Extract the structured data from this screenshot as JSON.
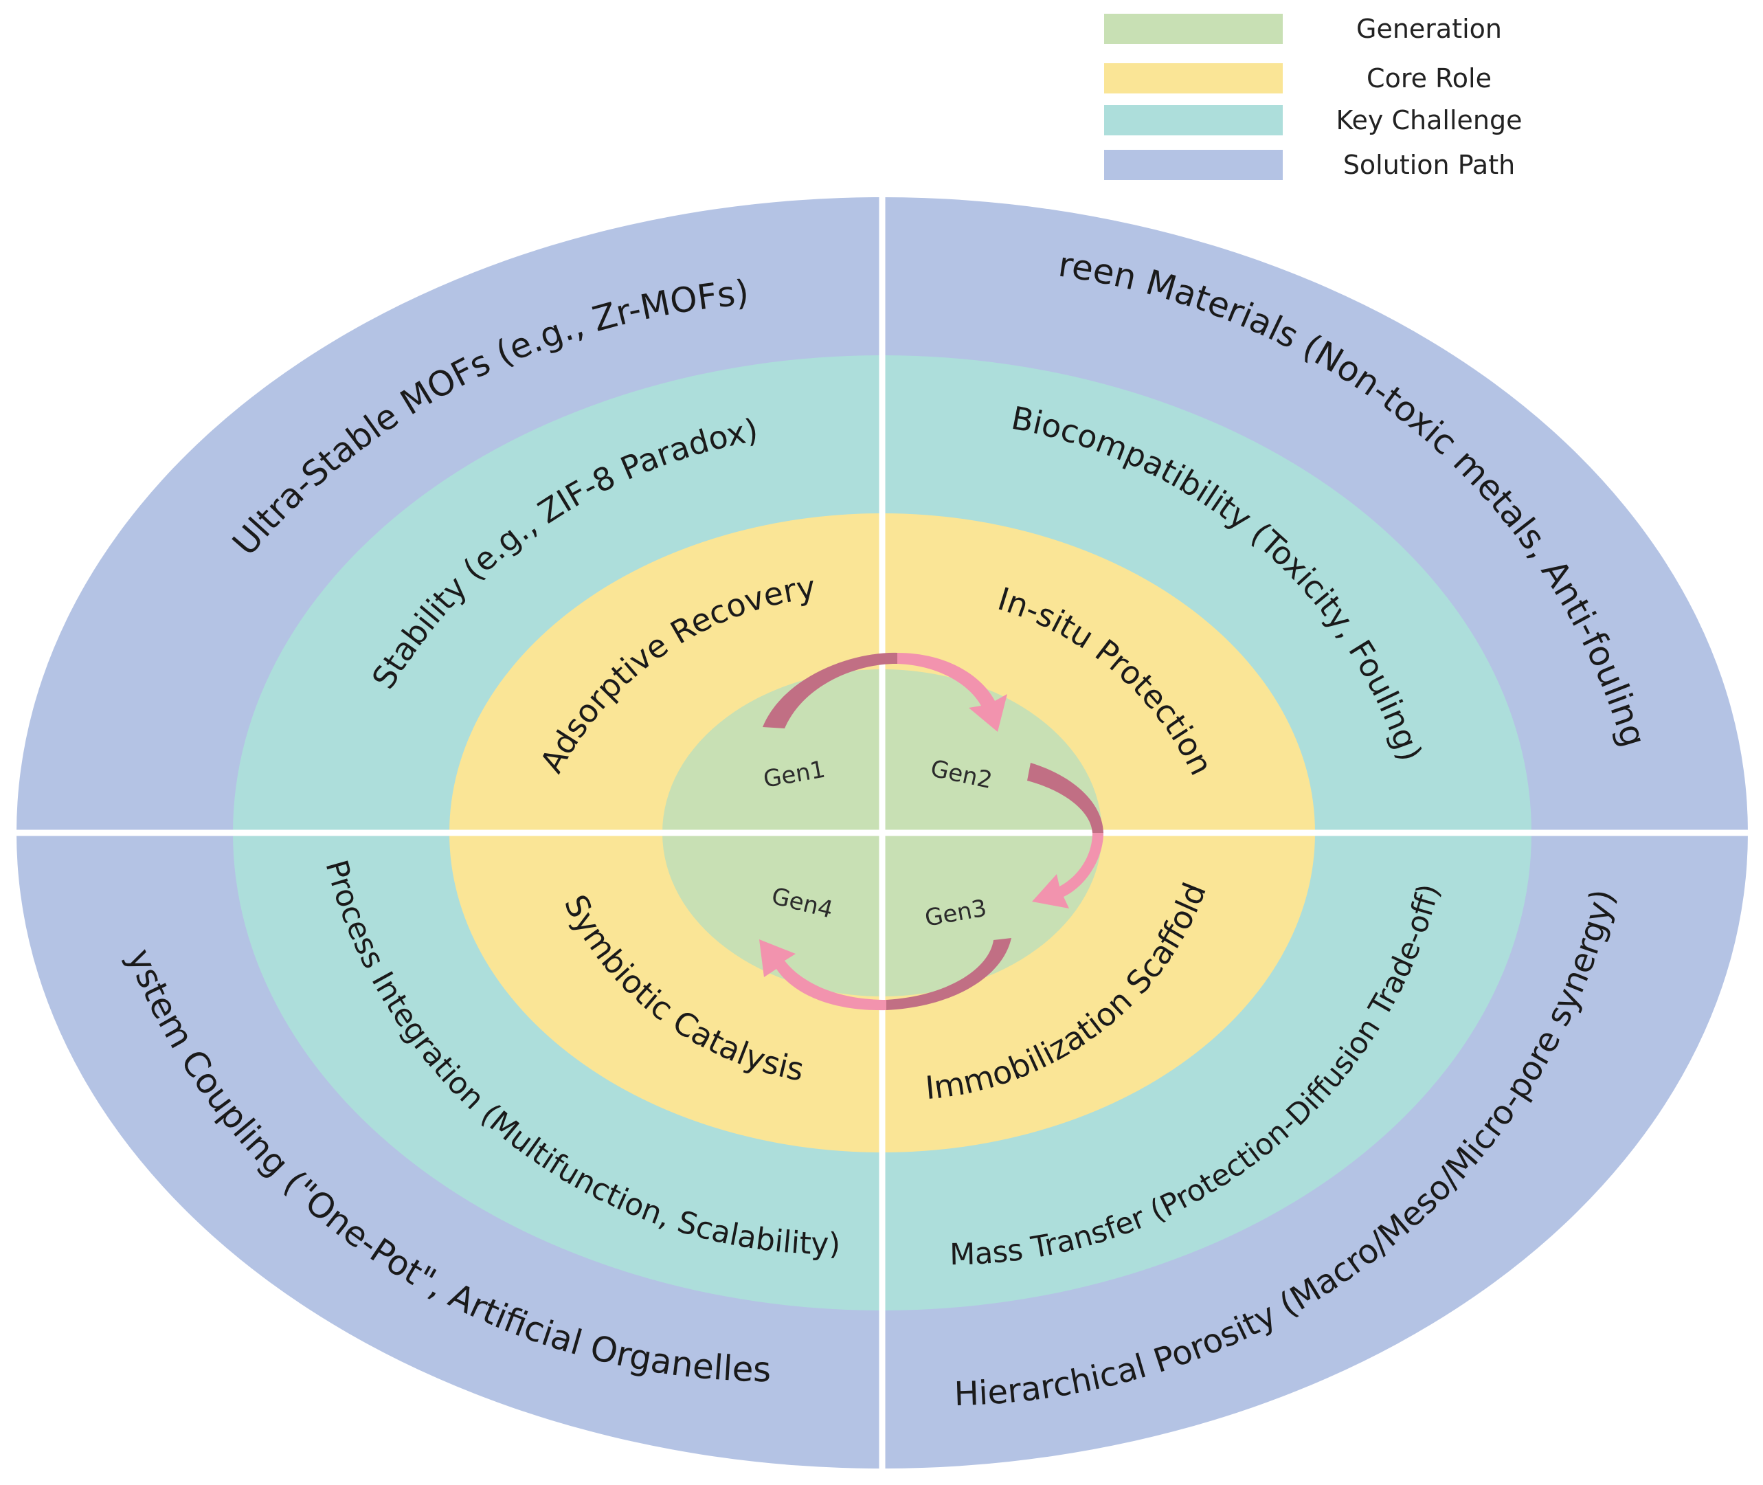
{
  "colors": {
    "generation": "#c8e0b4",
    "core_role": "#fae596",
    "key_challenge": "#addedb",
    "solution_path": "#b4c3e4",
    "arrow_light": "#f293ae",
    "arrow_dark": "#c16f84"
  },
  "legend": [
    {
      "label": "Generation",
      "color": "#c8e0b4"
    },
    {
      "label": "Core Role",
      "color": "#fae596"
    },
    {
      "label": "Key Challenge",
      "color": "#addedb"
    },
    {
      "label": "Solution Path",
      "color": "#b4c3e4"
    }
  ],
  "generations": [
    "Gen1",
    "Gen2",
    "Gen3",
    "Gen4"
  ],
  "quadrants": {
    "top_left": {
      "core_role": "Adsorptive Recovery",
      "key_challenge": "Stability (e.g., ZIF-8 Paradox)",
      "solution_path": "Ultra-Stable MOFs (e.g., Zr-MOFs)"
    },
    "top_right": {
      "core_role": "In-situ Protection",
      "key_challenge": "Biocompatibility (Toxicity, Fouling)",
      "solution_path": "Green Materials (Non-toxic metals, Anti-fouling)"
    },
    "bottom_right": {
      "core_role": "Immobilization Scaffold",
      "key_challenge": "Mass Transfer (Protection-Diffusion Trade-off)",
      "solution_path": "Hierarchical Porosity (Macro/Meso/Micro-pore synergy)"
    },
    "bottom_left": {
      "core_role": "Symbiotic Catalysis",
      "key_challenge": "Process Integration (Multifunction, Scalability)",
      "solution_path": "System Coupling (\"One-Pot\", Artificial Organelles)"
    }
  }
}
